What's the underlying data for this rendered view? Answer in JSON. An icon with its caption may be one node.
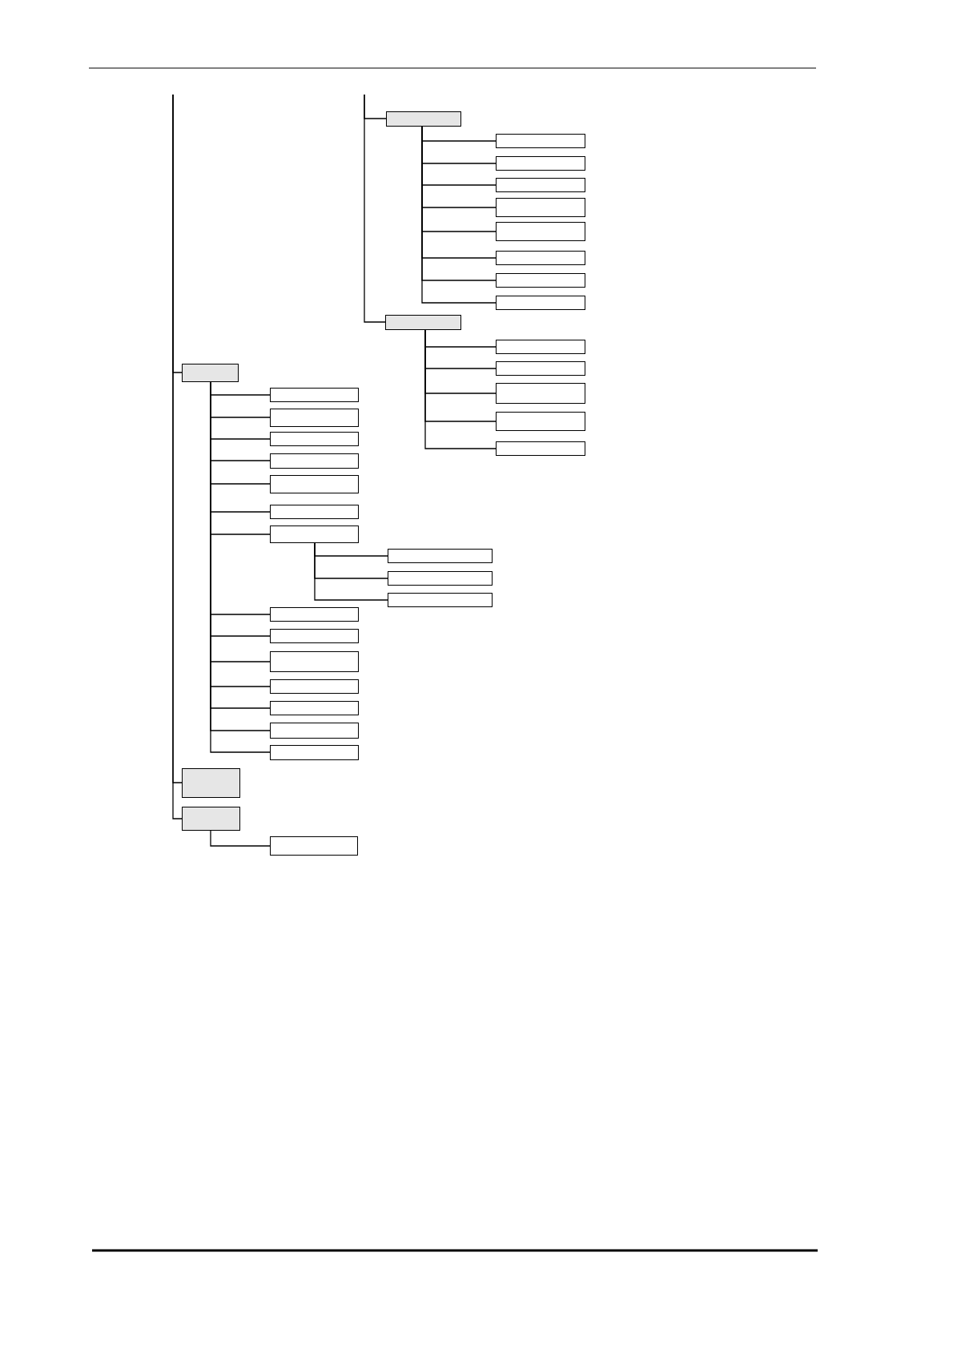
{
  "diagram": {
    "nodes": [
      {
        "text": [],
        "shape": "box"
      },
      {
        "text": [],
        "shape": "box"
      },
      {
        "text": [],
        "shape": "box"
      },
      {
        "text": [],
        "shape": "box"
      },
      {
        "text": [],
        "shape": "box"
      },
      {
        "text": [],
        "shape": "box"
      },
      {
        "text": [],
        "shape": "box"
      },
      {
        "text": [],
        "shape": "box"
      },
      {
        "text": [],
        "shape": "box"
      },
      {
        "text": [],
        "shape": "box"
      },
      {
        "text": [],
        "shape": "box"
      },
      {
        "text": [],
        "shape": "box"
      },
      {
        "text": [],
        "shape": "box"
      },
      {
        "text": [],
        "shape": "box"
      },
      {
        "text": [],
        "shape": "box"
      },
      {
        "text": [],
        "shape": "box"
      },
      {
        "text": [],
        "shape": "box"
      },
      {
        "text": [],
        "shape": "box"
      },
      {
        "text": [],
        "shape": "box"
      },
      {
        "text": [],
        "shape": "box"
      },
      {
        "text": [],
        "shape": "box"
      },
      {
        "text": [],
        "shape": "box"
      },
      {
        "text": [],
        "shape": "box"
      },
      {
        "text": [],
        "shape": "box"
      },
      {
        "text": [],
        "shape": "box"
      },
      {
        "text": [],
        "shape": "box"
      },
      {
        "text": [],
        "shape": "box"
      },
      {
        "text": [],
        "shape": "box"
      },
      {
        "text": [],
        "shape": "box"
      },
      {
        "text": [],
        "shape": "box"
      },
      {
        "text": [],
        "shape": "box"
      },
      {
        "text": [],
        "shape": "box"
      },
      {
        "text": [],
        "shape": "box"
      },
      {
        "text": [],
        "shape": "box"
      },
      {
        "text": [],
        "shape": "box"
      },
      {
        "text": [],
        "shape": "box"
      }
    ],
    "edges": [
      {
        "from": null,
        "to": 0,
        "arrow": "none"
      },
      {
        "from": null,
        "to": 9,
        "arrow": "none"
      },
      {
        "from": null,
        "to": 12,
        "arrow": "none"
      },
      {
        "from": null,
        "to": 33,
        "arrow": "none"
      },
      {
        "from": null,
        "to": 34,
        "arrow": "none"
      },
      {
        "from": 0,
        "to": 1,
        "arrow": "none"
      },
      {
        "from": 0,
        "to": 2,
        "arrow": "none"
      },
      {
        "from": 0,
        "to": 3,
        "arrow": "none"
      },
      {
        "from": 0,
        "to": 4,
        "arrow": "none"
      },
      {
        "from": 0,
        "to": 5,
        "arrow": "none"
      },
      {
        "from": 0,
        "to": 6,
        "arrow": "none"
      },
      {
        "from": 0,
        "to": 7,
        "arrow": "none"
      },
      {
        "from": 0,
        "to": 8,
        "arrow": "none"
      },
      {
        "from": 9,
        "to": 10,
        "arrow": "none"
      },
      {
        "from": 9,
        "to": 11,
        "arrow": "none"
      },
      {
        "from": 9,
        "to": 13,
        "arrow": "none"
      },
      {
        "from": 9,
        "to": 16,
        "arrow": "none"
      },
      {
        "from": 9,
        "to": 18,
        "arrow": "none"
      },
      {
        "from": 12,
        "to": 14,
        "arrow": "none"
      },
      {
        "from": 12,
        "to": 15,
        "arrow": "none"
      },
      {
        "from": 12,
        "to": 17,
        "arrow": "none"
      },
      {
        "from": 12,
        "to": 19,
        "arrow": "none"
      },
      {
        "from": 12,
        "to": 20,
        "arrow": "none"
      },
      {
        "from": 12,
        "to": 21,
        "arrow": "none"
      },
      {
        "from": 12,
        "to": 22,
        "arrow": "none"
      },
      {
        "from": 22,
        "to": 23,
        "arrow": "none"
      },
      {
        "from": 22,
        "to": 24,
        "arrow": "none"
      },
      {
        "from": 22,
        "to": 25,
        "arrow": "none"
      },
      {
        "from": 12,
        "to": 26,
        "arrow": "none"
      },
      {
        "from": 12,
        "to": 27,
        "arrow": "none"
      },
      {
        "from": 12,
        "to": 28,
        "arrow": "none"
      },
      {
        "from": 12,
        "to": 29,
        "arrow": "none"
      },
      {
        "from": 12,
        "to": 30,
        "arrow": "none"
      },
      {
        "from": 12,
        "to": 31,
        "arrow": "none"
      },
      {
        "from": 12,
        "to": 32,
        "arrow": "none"
      },
      {
        "from": 34,
        "to": 35,
        "arrow": "none"
      }
    ]
  }
}
